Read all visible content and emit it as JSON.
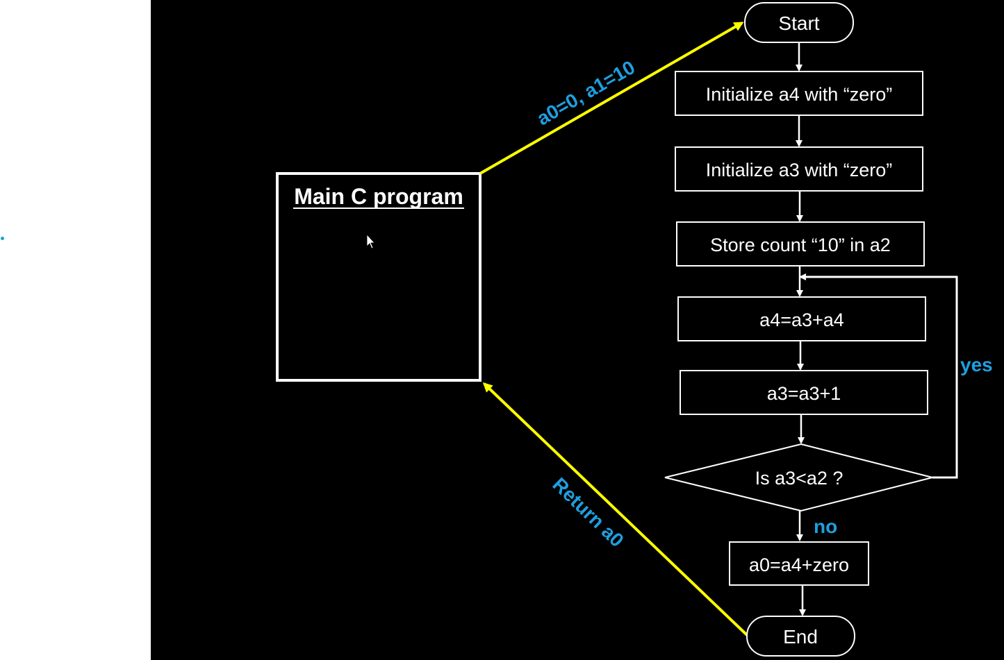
{
  "colors": {
    "background": "#000000",
    "margin": "#ffffff",
    "box_stroke": "#ffffff",
    "text": "#ffffff",
    "call_arrow": "#ffff00",
    "label": "#1e9fe0",
    "dot": "#1aa3c8"
  },
  "main_box": {
    "title": "Main C program"
  },
  "call_label": "a0=0, a1=10",
  "return_label": "Return a0",
  "flow": {
    "start": "Start",
    "step1": "Initialize a4 with “zero”",
    "step2": "Initialize a3 with “zero”",
    "step3": "Store count “10” in a2",
    "step4": "a4=a3+a4",
    "step5": "a3=a3+1",
    "decision": "Is a3<a2 ?",
    "yes_label": "yes",
    "no_label": "no",
    "final_step": "a0=a4+zero",
    "end": "End"
  },
  "cursor_icon": "mouse-pointer-icon"
}
